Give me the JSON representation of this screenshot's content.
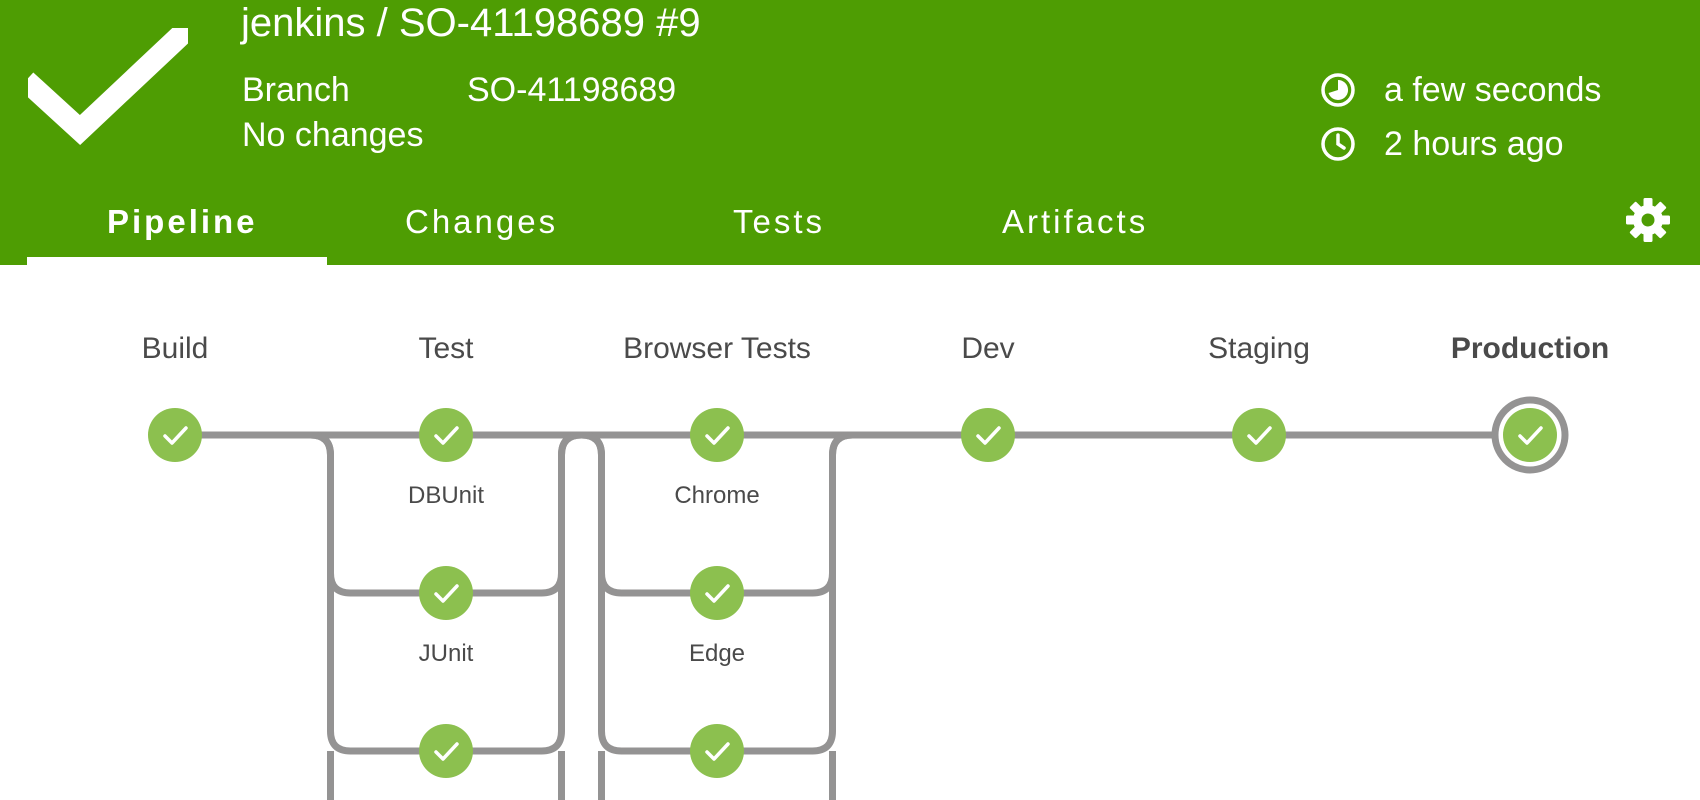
{
  "header": {
    "title": "jenkins / SO-41198689 #9",
    "branch_label": "Branch",
    "branch_value": "SO-41198689",
    "changes": "No changes",
    "duration": "a few seconds",
    "started": "2 hours ago",
    "status": "success"
  },
  "tabs": [
    {
      "label": "Pipeline",
      "active": true
    },
    {
      "label": "Changes",
      "active": false
    },
    {
      "label": "Tests",
      "active": false
    },
    {
      "label": "Artifacts",
      "active": false
    }
  ],
  "icons": {
    "status": "check-icon",
    "duration": "duration-icon",
    "started": "clock-icon",
    "settings": "gear-icon"
  },
  "colors": {
    "header_bg": "#4e9d03",
    "node_success": "#8cc04f",
    "connector": "#949393",
    "label": "#4a4a4a"
  },
  "pipeline": {
    "stages": [
      {
        "name": "Build",
        "status": "success",
        "selected": false,
        "branches": []
      },
      {
        "name": "Test",
        "status": "success",
        "selected": false,
        "branches": [
          {
            "name": "DBUnit",
            "status": "success"
          },
          {
            "name": "JUnit",
            "status": "success"
          },
          {
            "name": "",
            "status": "success"
          }
        ]
      },
      {
        "name": "Browser Tests",
        "status": "success",
        "selected": false,
        "branches": [
          {
            "name": "Chrome",
            "status": "success"
          },
          {
            "name": "Edge",
            "status": "success"
          },
          {
            "name": "",
            "status": "success"
          }
        ]
      },
      {
        "name": "Dev",
        "status": "success",
        "selected": false,
        "branches": []
      },
      {
        "name": "Staging",
        "status": "success",
        "selected": false,
        "branches": []
      },
      {
        "name": "Production",
        "status": "success",
        "selected": true,
        "branches": []
      }
    ]
  }
}
